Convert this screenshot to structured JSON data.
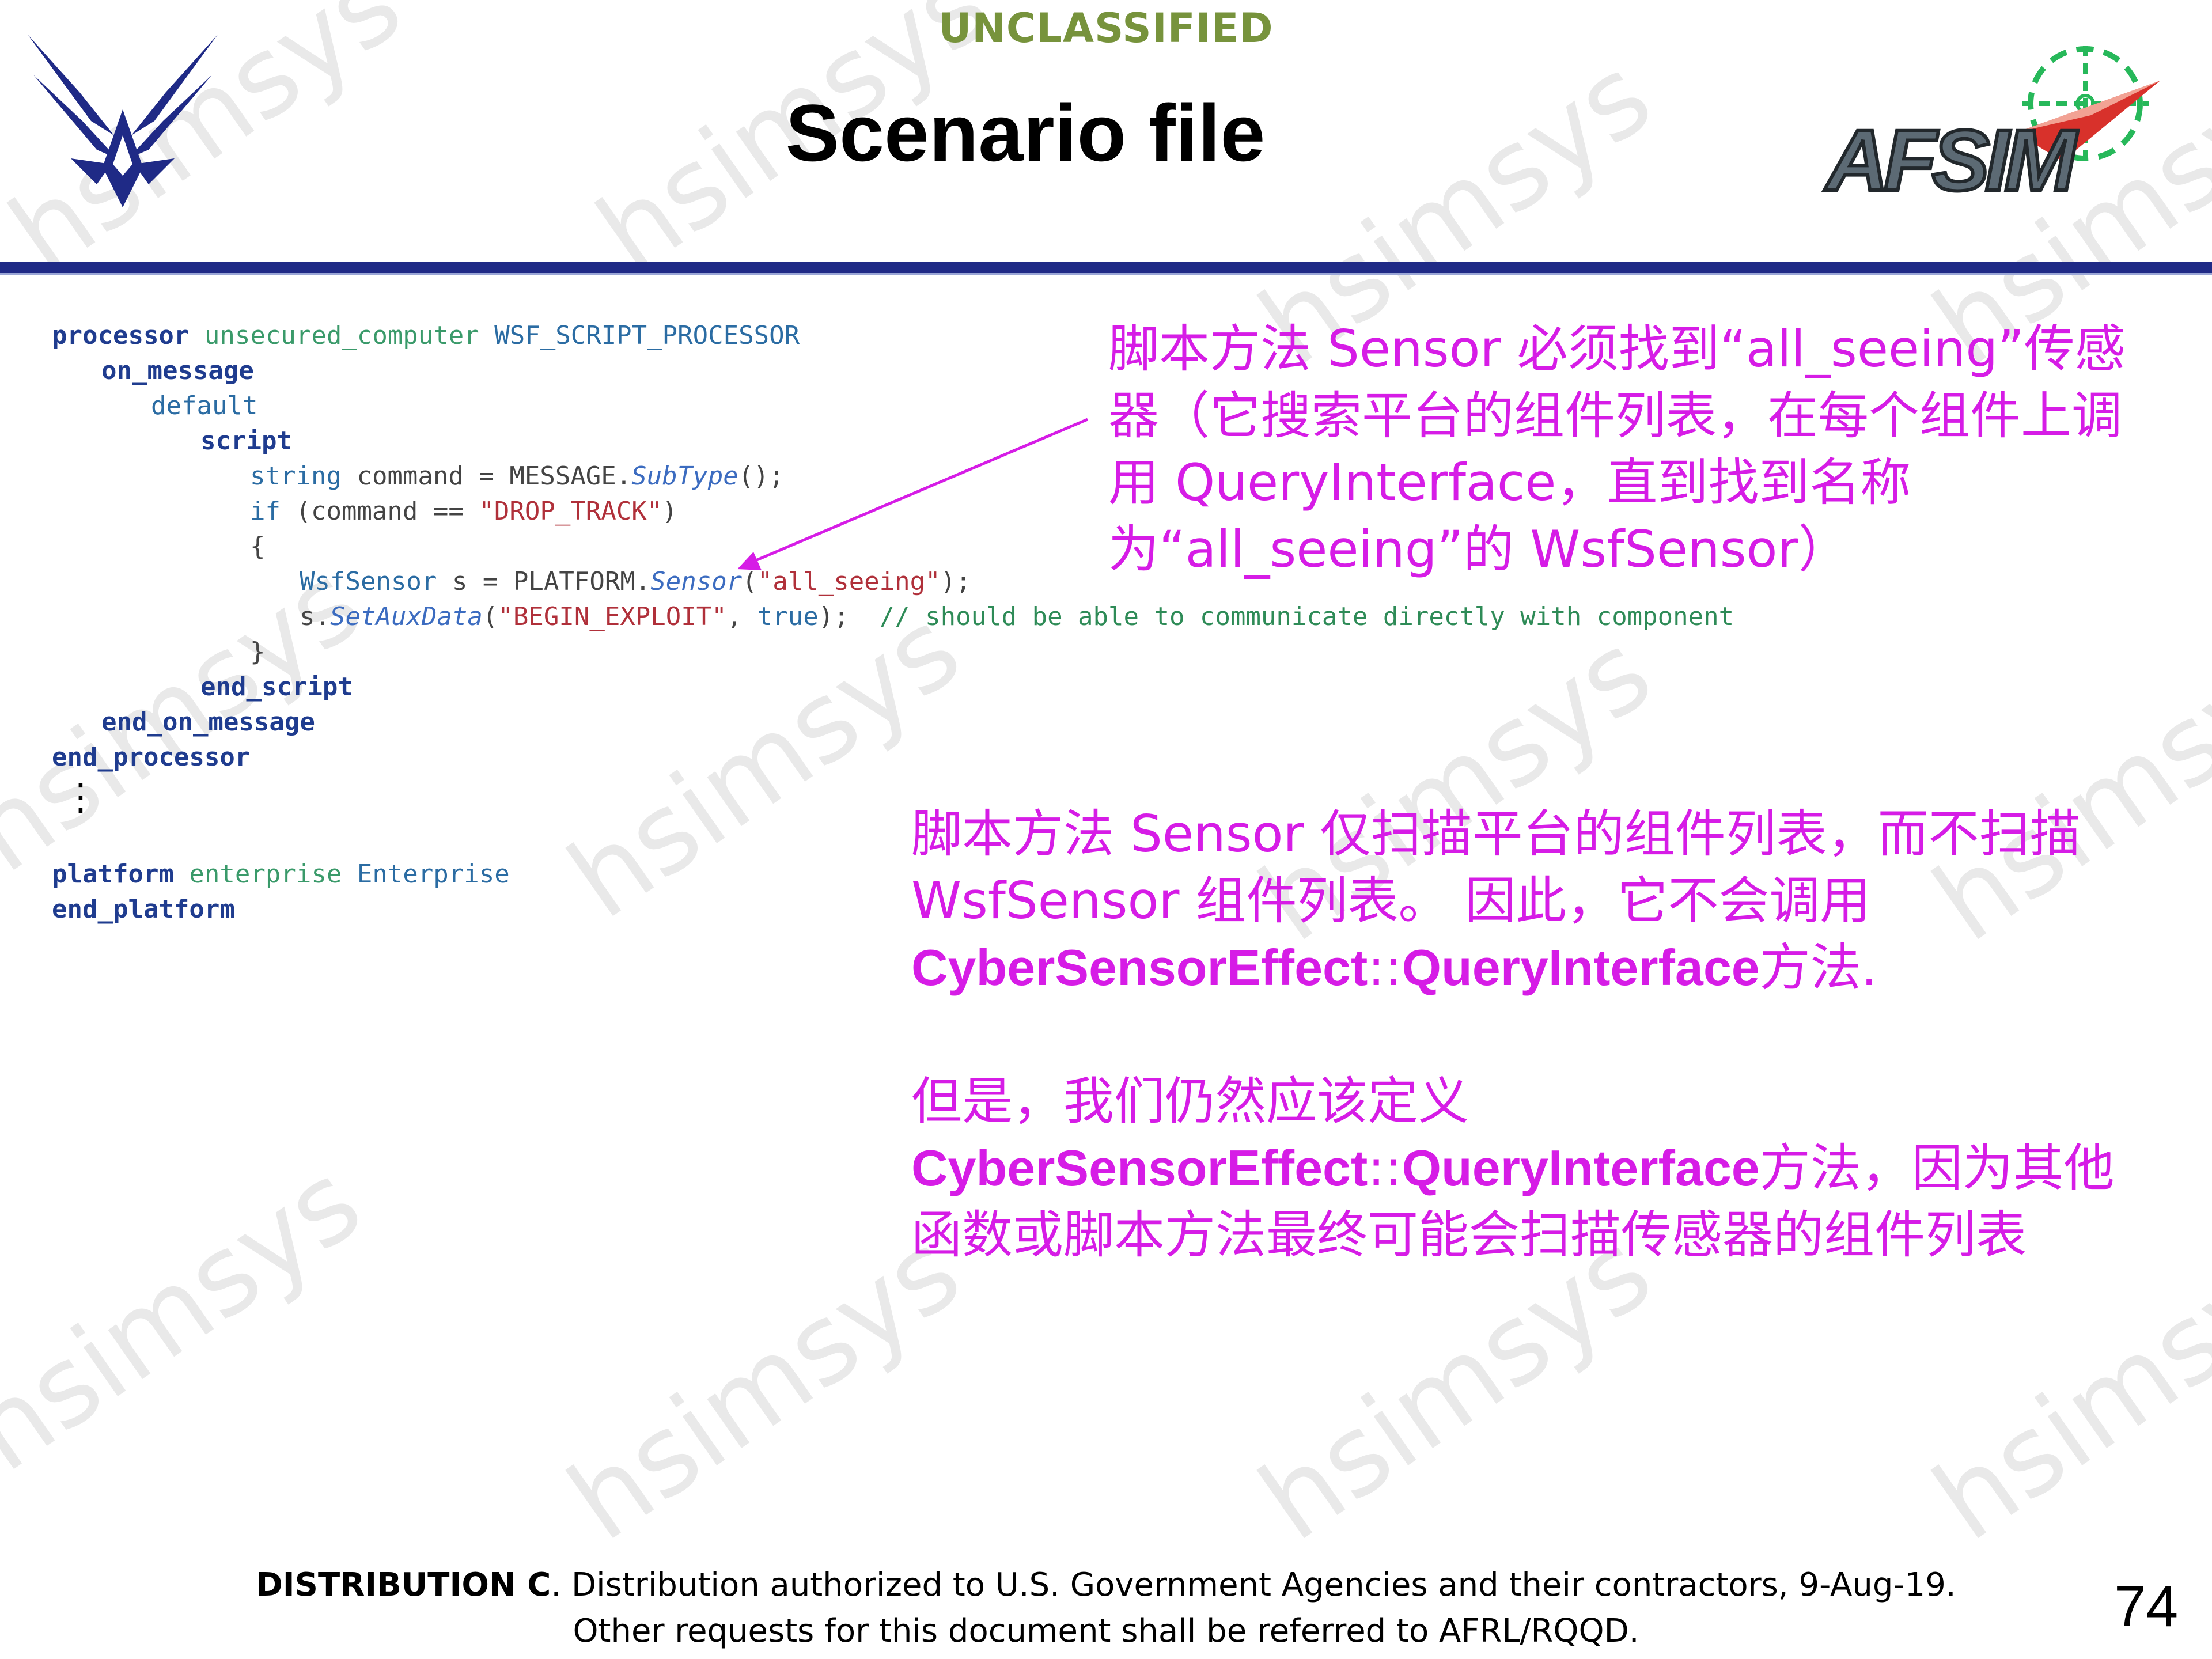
{
  "header": {
    "classification": "UNCLASSIFIED",
    "title": "Scenario file",
    "left_logo": "us-air-force-wings-logo",
    "right_logo": "afsim-logo",
    "right_logo_text": "AFSIM"
  },
  "code": {
    "line1": {
      "kw": "processor",
      "name": "unsecured_computer",
      "type": "WSF_SCRIPT_PROCESSOR"
    },
    "line2": "on_message",
    "line3": "default",
    "line4": "script",
    "line5": {
      "type": "string",
      "rest1": "command = MESSAGE.",
      "method": "SubType",
      "rest2": "();"
    },
    "line6": {
      "kw": "if",
      "rest1": "(command == ",
      "str": "\"DROP_TRACK\"",
      "rest2": ")"
    },
    "line7": "{",
    "line8": {
      "type": "WsfSensor",
      "rest1": "s = PLATFORM.",
      "method": "Sensor",
      "rest2": "(",
      "str": "\"all_seeing\"",
      "rest3": ");"
    },
    "line9": {
      "pre": "s.",
      "method": "SetAuxData",
      "rest1": "(",
      "str": "\"BEGIN_EXPLOIT\"",
      "rest2": ", ",
      "val": "true",
      "rest3": ");",
      "comment": "// should be able to communicate directly with component"
    },
    "line10": "}",
    "line11": "end_script",
    "line12": "end_on_message",
    "line13": "end_processor",
    "ellipsis": "⋮",
    "line14": {
      "kw": "platform",
      "name": "enterprise",
      "type": "Enterprise"
    },
    "line15": "end_platform"
  },
  "annotations": {
    "note1": "脚本方法 Sensor 必须找到“all_seeing”传感器（它搜索平台的组件列表，在每个组件上调用 QueryInterface，直到找到名称为“all_seeing”的 WsfSensor）",
    "note2_p1_a": "脚本方法 Sensor 仅扫描平台的组件列表，而不扫描 WsfSensor 组件列表。 因此，它不会调用 ",
    "note2_p1_bold1": "CyberSensorEffect",
    "note2_p1_sep": "::",
    "note2_p1_bold2": "QueryInterface",
    "note2_p1_end": "方法.",
    "note2_p2_a": "但是，我们仍然应该定义 ",
    "note2_p2_bold1": "CyberSensorEffect",
    "note2_p2_sep": "::",
    "note2_p2_bold2": "QueryInterface",
    "note2_p2_end": "方法，因为其他函数或脚本方法最终可能会扫描传感器的组件列表"
  },
  "footer": {
    "distribution_bold": "DISTRIBUTION C",
    "distribution_rest": ". Distribution authorized to U.S. Government Agencies and their contractors, 9-Aug-19.",
    "line2": "Other requests for this document shall be referred to AFRL/RQQD.",
    "page_number": "74"
  },
  "watermark": "hsimsys",
  "colors": {
    "classification": "#77933c",
    "rule": "#1f2a86",
    "annotation": "#d61ce6",
    "keyword": "#1f3c8f",
    "string": "#b0303a",
    "comment": "#2e8b57"
  }
}
